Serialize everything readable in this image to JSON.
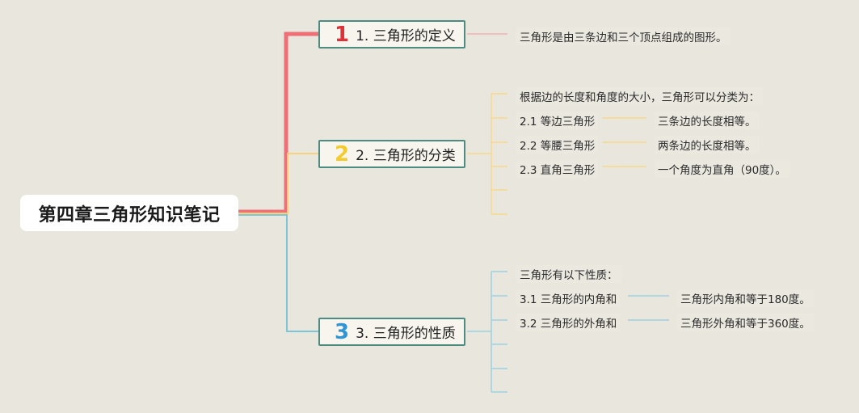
{
  "root": {
    "title": "第四章三角形知识笔记"
  },
  "branches": [
    {
      "number": "1",
      "label": "1. 三角形的定义",
      "color": "#e0303a"
    },
    {
      "number": "2",
      "label": "2. 三角形的分类",
      "color": "#f2cc2e"
    },
    {
      "number": "3",
      "label": "3. 三角形的性质",
      "color": "#2f95d4"
    }
  ],
  "definition": {
    "text": "三角形是由三条边和三个顶点组成的图形。"
  },
  "classification": {
    "intro": "根据边的长度和角度的大小，三角形可以分类为：",
    "items": [
      {
        "name": "2.1 等边三角形",
        "desc": "三条边的长度相等。"
      },
      {
        "name": "2.2 等腰三角形",
        "desc": "两条边的长度相等。"
      },
      {
        "name": "2.3 直角三角形",
        "desc": "一个角度为直角（90度）。"
      }
    ]
  },
  "properties": {
    "intro": "三角形有以下性质：",
    "items": [
      {
        "name": "3.1 三角形的内角和",
        "desc": "三角形内角和等于180度。"
      },
      {
        "name": "3.2 三角形的外角和",
        "desc": "三角形外角和等于360度。"
      }
    ]
  },
  "colors": {
    "background": "#e9e6de",
    "branch1_line": "#ef6f76",
    "branch2_line": "#f6d27e",
    "branch3_line": "#7cc6d8",
    "node_border": "#4e8c82"
  }
}
